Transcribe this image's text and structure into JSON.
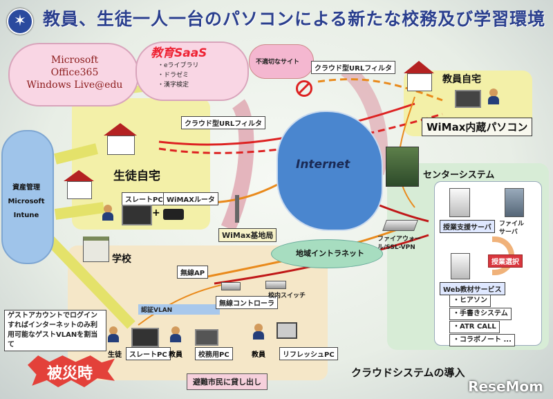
{
  "title": "教員、生徒一人一台のパソコンによる新たな校務及び学習環境",
  "ms_cloud": [
    "Microsoft",
    "Office365",
    "Windows Live@edu"
  ],
  "saas": {
    "title": "教育SaaS",
    "items": [
      "・eライブラリ",
      "・ドラゼミ",
      "・漢字検定"
    ]
  },
  "inappropriate_site": "不適切なサイト",
  "url_filter_top": "クラウド型URLフィルタ",
  "url_filter_mid": "クラウド型URLフィルタ",
  "teacher_home": "教員自宅",
  "teacher_pc": "WiMax内蔵パソコン",
  "student_home": "生徒自宅",
  "slate_pc_home": "スレートPC",
  "wimax_router": "WiMAXルータ",
  "internet": "Internet",
  "wimax_station": "WiMax基地局",
  "intune": [
    "資産管理",
    "Microsoft",
    "Intune"
  ],
  "center": {
    "title": "センターシステム",
    "class_server": "授業支援サーバ",
    "file_server": "ファイルサーバ",
    "lesson_select": "授業選択",
    "web_service": "Web教材サービス",
    "services": [
      "・ヒアソン",
      "・手書きシステム",
      "・ATR CALL",
      "・コラボノート ..."
    ]
  },
  "firewall": "ファイアウォール/SSL-VPN",
  "regional_intranet": "地域イントラネット",
  "school": {
    "title": "学校",
    "wireless_ap": "無線AP",
    "vlan": "認証VLAN",
    "wireless_controller": "無線コントローラ",
    "campus_switch": "校内スイッチ",
    "student": "生徒",
    "slate_pc": "スレートPC",
    "teacher1": "教員",
    "school_pc": "校務用PC",
    "teacher2": "教員",
    "refresh_pc": "リフレッシュPC"
  },
  "guest_note": "ゲストアカウントでログインすればインターネットのみ利用可能なゲストVLANを割当て",
  "disaster": "被災時",
  "lend": "避難市民に貸し出し",
  "cloud_intro": "クラウドシステムの導入",
  "watermark": "ReseMom"
}
